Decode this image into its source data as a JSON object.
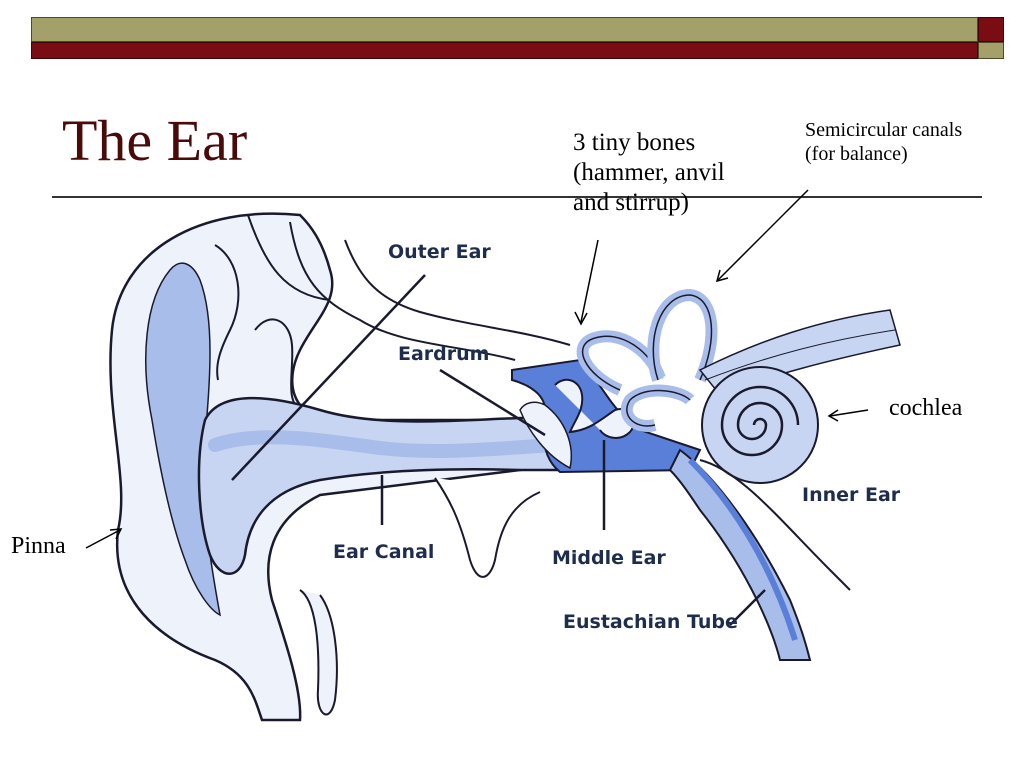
{
  "title": "The Ear",
  "callouts": {
    "bones": [
      "3 tiny bones",
      "(hammer, anvil",
      "and stirrup)"
    ],
    "canals": [
      "Semicircular canals",
      "(for balance)"
    ],
    "cochlea": "cochlea",
    "pinna": "Pinna"
  },
  "labels": {
    "outer_ear": "Outer Ear",
    "eardrum": "Eardrum",
    "ear_canal": "Ear Canal",
    "middle_ear": "Middle Ear",
    "inner_ear": "Inner Ear",
    "eustachian_tube": "Eustachian Tube"
  },
  "colors": {
    "header_olive": "#a3a06a",
    "header_maroon": "#7a0c14",
    "title": "#4a0a0a",
    "ear_light_blue": "#d6e0f5",
    "ear_mid_blue": "#a9bdea",
    "ear_dark_blue": "#5a7fd9",
    "outline": "#1a1a2e"
  }
}
